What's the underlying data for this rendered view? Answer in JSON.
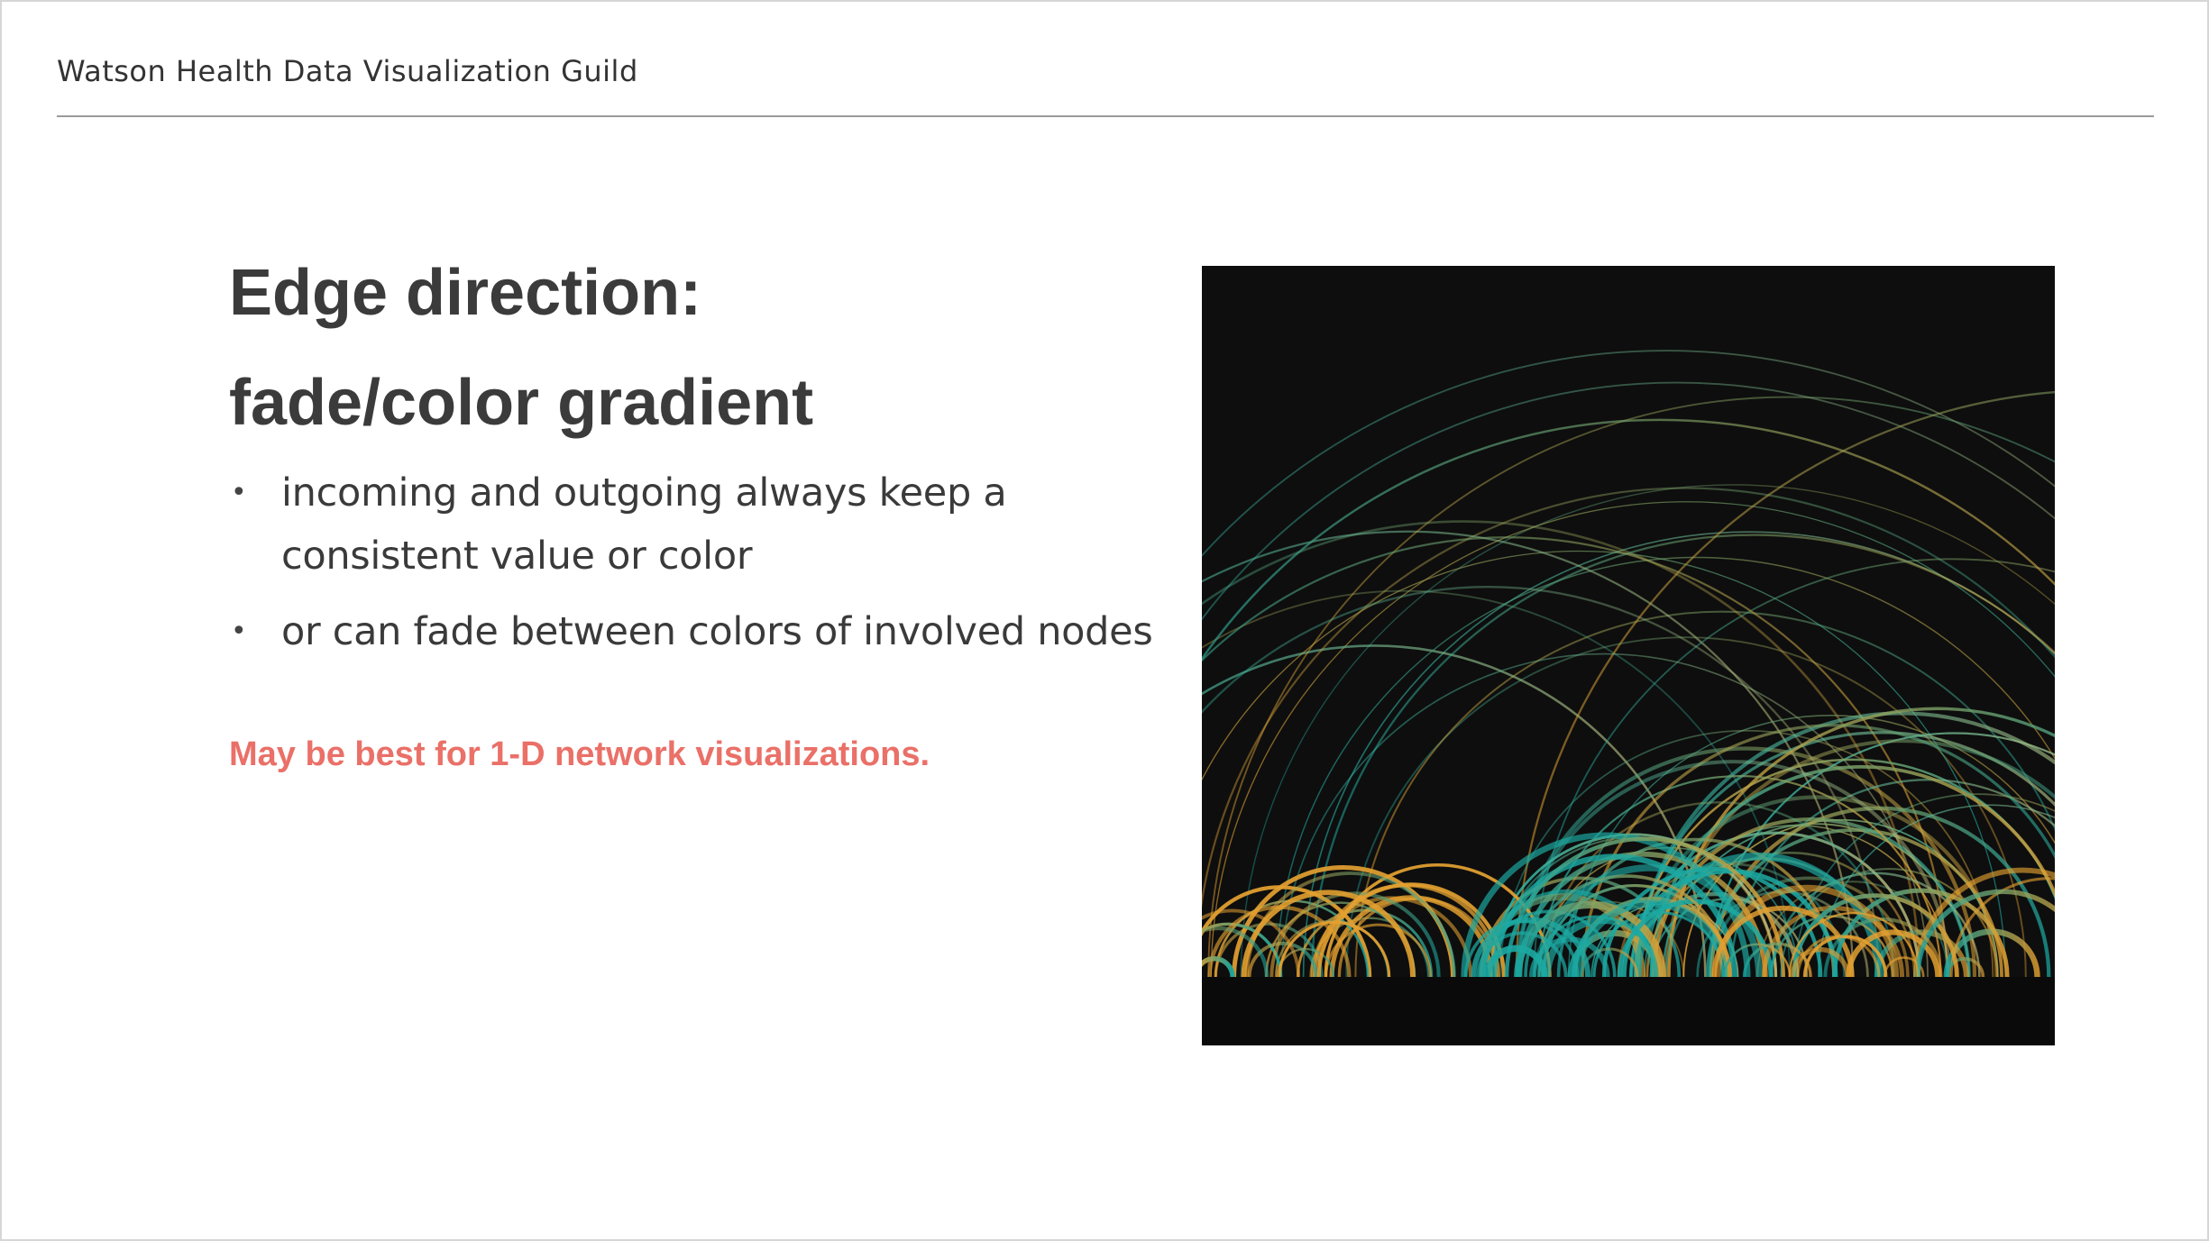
{
  "header": {
    "title": "Watson Health Data Visualization Guild"
  },
  "slide": {
    "title_line1": "Edge direction:",
    "title_line2": "fade/color gradient",
    "bullets": [
      "incoming and outgoing always keep a consistent value or color",
      "or can fade between colors of involved nodes"
    ],
    "note": "May be best for 1-D network visualizations."
  },
  "colors": {
    "text": "#3b3b3b",
    "accent_note": "#ea7068",
    "viz_background": "#0e0e0e",
    "arc_teal": "#19a6a0",
    "arc_gold": "#e3a030",
    "arc_pale": "#c9c07a"
  }
}
